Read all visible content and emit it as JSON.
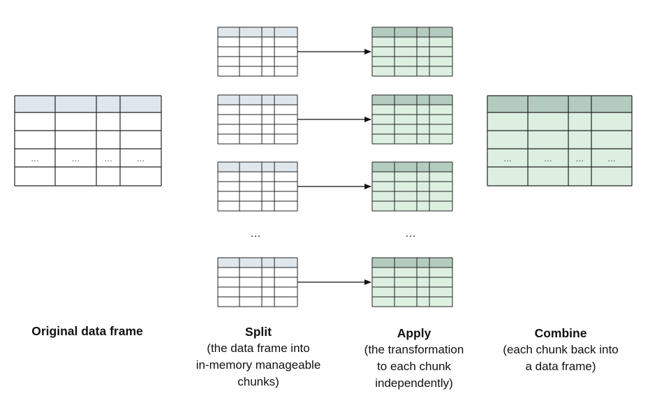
{
  "colors": {
    "original_header": "#dfe7ec",
    "split_header": "#dfe7ec",
    "apply_header": "#b4cbbf",
    "apply_body": "#dcefe1",
    "combine_header": "#b4cbbf",
    "combine_body": "#dcefe1",
    "grid_line": "#222222",
    "arrow": "#111111"
  },
  "original": {
    "ellipsis_cell": "…"
  },
  "combine": {
    "ellipsis_cell": "…"
  },
  "stack_ellipsis": {
    "split": "…",
    "apply": "…"
  },
  "captions": {
    "original": {
      "title": "Original data frame",
      "desc": ""
    },
    "split": {
      "title": "Split",
      "desc_lines": [
        "(the data frame into",
        "in-memory manageable",
        "chunks)"
      ]
    },
    "apply": {
      "title": "Apply",
      "desc_lines": [
        "(the transformation",
        "to each chunk",
        "independently)"
      ]
    },
    "combine": {
      "title": "Combine",
      "desc_lines": [
        "(each chunk back into",
        "a data frame)"
      ]
    }
  }
}
